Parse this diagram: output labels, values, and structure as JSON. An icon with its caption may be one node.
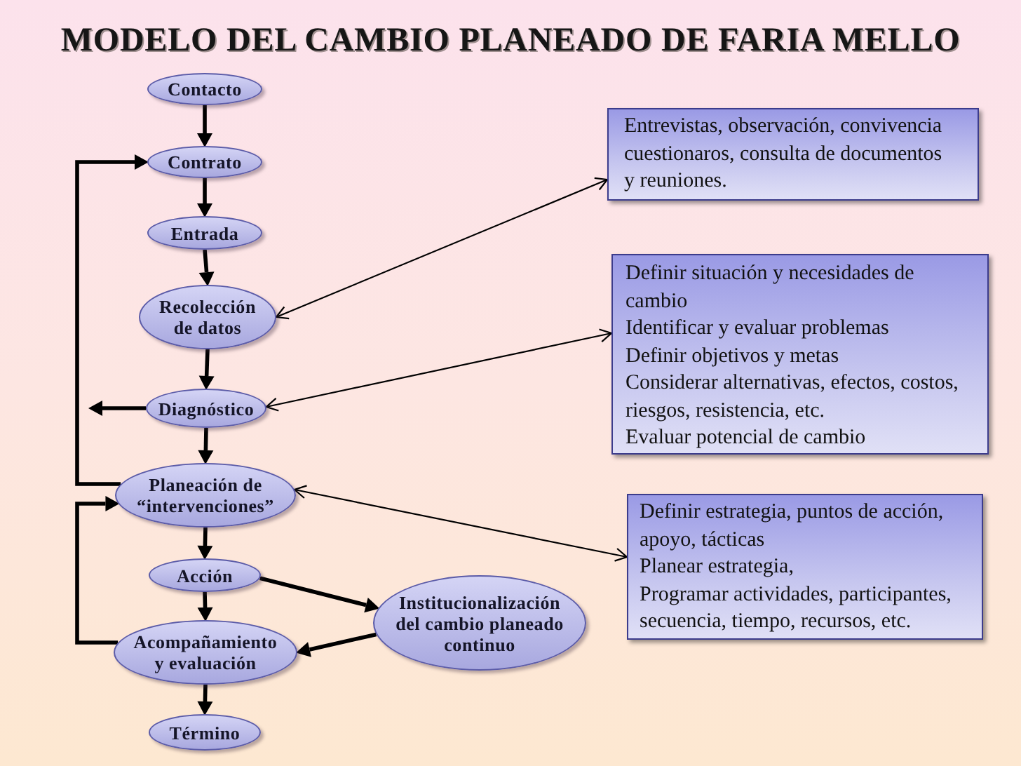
{
  "diagram": {
    "title": "MODELO DEL CAMBIO PLANEADO DE FARIA MELLO",
    "nodes": [
      {
        "text": [
          "Contacto"
        ]
      },
      {
        "text": [
          "Contrato"
        ]
      },
      {
        "text": [
          "Entrada"
        ]
      },
      {
        "text": [
          "Recolección de datos"
        ]
      },
      {
        "text": [
          "Diagnóstico"
        ]
      },
      {
        "text": [
          "Planeación de “intervenciones”"
        ]
      },
      {
        "text": [
          "Acción"
        ]
      },
      {
        "text": [
          "Acompañamiento y evaluación"
        ]
      },
      {
        "text": [
          "Institucionalización del cambio planeado continuo"
        ]
      },
      {
        "text": [
          "Término"
        ]
      },
      {
        "text": [
          "Entrevistas, observación, convivencia cuestionaros, consulta de documentos y reuniones."
        ]
      },
      {
        "text": [
          "Definir situación y necesidades de cambio",
          "Identificar y evaluar problemas",
          "Definir objetivos y metas",
          "Considerar alternativas, efectos, costos, riesgos, resistencia, etc.",
          "Evaluar potencial de cambio"
        ]
      },
      {
        "text": [
          "Definir estrategia, puntos de acción, apoyo, tácticas",
          "Planear estrategia,",
          "Programar actividades, participantes, secuencia, tiempo, recursos, etc."
        ]
      }
    ],
    "edges": [
      {
        "from": 0,
        "to": 1,
        "arrow": "to"
      },
      {
        "from": 1,
        "to": 2,
        "arrow": "to"
      },
      {
        "from": 2,
        "to": 3,
        "arrow": "to"
      },
      {
        "from": 3,
        "to": 4,
        "arrow": "to"
      },
      {
        "from": 4,
        "to": 5,
        "arrow": "to"
      },
      {
        "from": 5,
        "to": 6,
        "arrow": "to"
      },
      {
        "from": 6,
        "to": 7,
        "arrow": "to"
      },
      {
        "from": 7,
        "to": 9,
        "arrow": "to"
      },
      {
        "from": 5,
        "to": 1,
        "arrow": "to"
      },
      {
        "from": 7,
        "to": 5,
        "arrow": "to"
      },
      {
        "from": 4,
        "to": null,
        "arrow": "to"
      },
      {
        "from": 6,
        "to": 8,
        "arrow": "to"
      },
      {
        "from": 8,
        "to": 7,
        "arrow": "to"
      },
      {
        "from": 3,
        "to": 10,
        "arrow": "both"
      },
      {
        "from": 4,
        "to": 11,
        "arrow": "both"
      },
      {
        "from": 5,
        "to": 12,
        "arrow": "both"
      }
    ]
  }
}
